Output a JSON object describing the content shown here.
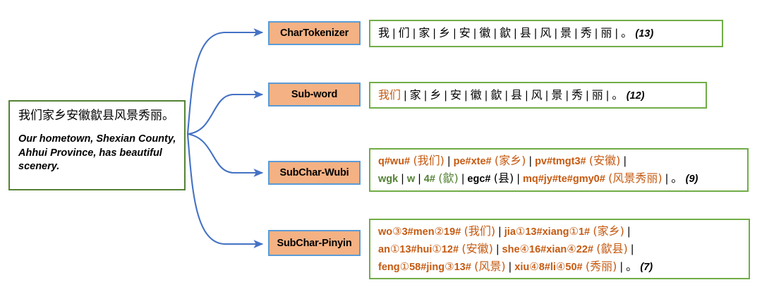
{
  "diagram": {
    "title": "Chinese tokenization methods comparison",
    "colors": {
      "label_fill": "#F4B183",
      "label_border": "#5B9BD5",
      "output_border": "#70AD47",
      "source_border": "#548235",
      "arrow": "#4472C4",
      "highlight_orange": "#C55A11",
      "highlight_green": "#548235"
    }
  },
  "source": {
    "chinese": "我们家乡安徽歙县风景秀丽。",
    "english": "Our hometown, Shexian County, Ahhui Province, has beautiful scenery."
  },
  "rows": [
    {
      "label": "CharTokenizer",
      "count": "(13)",
      "tokens_plain": "我 | 们 | 家 | 乡 | 安 | 徽 | 歙 | 县 | 风 | 景 | 秀 | 丽 | 。",
      "lines": [
        [
          {
            "text": "我",
            "color": "black"
          },
          {
            "text": "|",
            "color": "bar"
          },
          {
            "text": "们",
            "color": "black"
          },
          {
            "text": "|",
            "color": "bar"
          },
          {
            "text": "家",
            "color": "black"
          },
          {
            "text": "|",
            "color": "bar"
          },
          {
            "text": "乡",
            "color": "black"
          },
          {
            "text": "|",
            "color": "bar"
          },
          {
            "text": "安",
            "color": "black"
          },
          {
            "text": "|",
            "color": "bar"
          },
          {
            "text": "徽",
            "color": "black"
          },
          {
            "text": "|",
            "color": "bar"
          },
          {
            "text": "歙",
            "color": "black"
          },
          {
            "text": "|",
            "color": "bar"
          },
          {
            "text": "县",
            "color": "black"
          },
          {
            "text": "|",
            "color": "bar"
          },
          {
            "text": "风",
            "color": "black"
          },
          {
            "text": "|",
            "color": "bar"
          },
          {
            "text": "景",
            "color": "black"
          },
          {
            "text": "|",
            "color": "bar"
          },
          {
            "text": "秀",
            "color": "black"
          },
          {
            "text": "|",
            "color": "bar"
          },
          {
            "text": "丽",
            "color": "black"
          },
          {
            "text": "|",
            "color": "bar"
          },
          {
            "text": "。",
            "color": "black"
          },
          {
            "text": "(13)",
            "color": "count"
          }
        ]
      ]
    },
    {
      "label": "Sub-word",
      "count": "(12)",
      "tokens_plain": "我们 | 家 | 乡 | 安 | 徽 | 歙 | 县 | 风 | 景 | 秀 | 丽 | 。",
      "lines": [
        [
          {
            "text": "我们",
            "color": "orange"
          },
          {
            "text": "|",
            "color": "bar"
          },
          {
            "text": "家",
            "color": "black"
          },
          {
            "text": "|",
            "color": "bar"
          },
          {
            "text": "乡",
            "color": "black"
          },
          {
            "text": "|",
            "color": "bar"
          },
          {
            "text": "安",
            "color": "black"
          },
          {
            "text": "|",
            "color": "bar"
          },
          {
            "text": "徽",
            "color": "black"
          },
          {
            "text": "|",
            "color": "bar"
          },
          {
            "text": "歙",
            "color": "black"
          },
          {
            "text": "|",
            "color": "bar"
          },
          {
            "text": "县",
            "color": "black"
          },
          {
            "text": "|",
            "color": "bar"
          },
          {
            "text": "风",
            "color": "black"
          },
          {
            "text": "|",
            "color": "bar"
          },
          {
            "text": "景",
            "color": "black"
          },
          {
            "text": "|",
            "color": "bar"
          },
          {
            "text": "秀",
            "color": "black"
          },
          {
            "text": "|",
            "color": "bar"
          },
          {
            "text": "丽",
            "color": "black"
          },
          {
            "text": "|",
            "color": "bar"
          },
          {
            "text": "。",
            "color": "black"
          },
          {
            "text": "(12)",
            "color": "count"
          }
        ]
      ]
    },
    {
      "label": "SubChar-Wubi",
      "count": "(9)",
      "tokens_plain": "q#wu# (我们) | pe#xte# (家乡) | pv#tmgt3# (安徽) | wgk | w | 4# (歙) | egc# (县) | mq#jy#te#gmy0# (风景秀丽) | 。",
      "lines": [
        [
          {
            "text": "q#wu#",
            "color": "orange"
          },
          {
            "text": "(我们)",
            "color": "orange"
          },
          {
            "text": "|",
            "color": "bar"
          },
          {
            "text": "pe#xte#",
            "color": "orange"
          },
          {
            "text": "(家乡)",
            "color": "orange"
          },
          {
            "text": "|",
            "color": "bar"
          },
          {
            "text": "pv#tmgt3#",
            "color": "orange"
          },
          {
            "text": "(安徽)",
            "color": "orange"
          },
          {
            "text": "|",
            "color": "bar"
          }
        ],
        [
          {
            "text": "wgk",
            "color": "green"
          },
          {
            "text": "|",
            "color": "bar"
          },
          {
            "text": "w",
            "color": "green"
          },
          {
            "text": "|",
            "color": "bar"
          },
          {
            "text": "4#",
            "color": "green"
          },
          {
            "text": "(歙)",
            "color": "green"
          },
          {
            "text": "|",
            "color": "bar"
          },
          {
            "text": "egc#",
            "color": "black"
          },
          {
            "text": "(县)",
            "color": "black"
          },
          {
            "text": "|",
            "color": "bar"
          },
          {
            "text": "mq#jy#te#gmy0#",
            "color": "orange"
          },
          {
            "text": "(风景秀丽)",
            "color": "orange"
          },
          {
            "text": "|",
            "color": "bar"
          },
          {
            "text": "。",
            "color": "black"
          },
          {
            "text": "(9)",
            "color": "count"
          }
        ]
      ]
    },
    {
      "label": "SubChar-Pinyin",
      "count": "(7)",
      "tokens_plain": "wo③3#men②19# (我们) | jia①13#xiang①1# (家乡) | an①13#hui①12# (安徽) | she④16#xian④22# (歙县) | feng①58#jing③13# (风景) | xiu④8#li④50# (秀丽) | 。",
      "lines": [
        [
          {
            "text": "wo③3#men②19#",
            "color": "orange"
          },
          {
            "text": "(我们)",
            "color": "orange"
          },
          {
            "text": "|",
            "color": "bar"
          },
          {
            "text": "jia①13#xiang①1#",
            "color": "orange"
          },
          {
            "text": "(家乡)",
            "color": "orange"
          },
          {
            "text": "|",
            "color": "bar"
          }
        ],
        [
          {
            "text": "an①13#hui①12#",
            "color": "orange"
          },
          {
            "text": "(安徽)",
            "color": "orange"
          },
          {
            "text": "|",
            "color": "bar"
          },
          {
            "text": "she④16#xian④22#",
            "color": "orange"
          },
          {
            "text": "(歙县)",
            "color": "orange"
          },
          {
            "text": "|",
            "color": "bar"
          }
        ],
        [
          {
            "text": "feng①58#jing③13#",
            "color": "orange"
          },
          {
            "text": "(风景)",
            "color": "orange"
          },
          {
            "text": "|",
            "color": "bar"
          },
          {
            "text": "xiu④8#li④50#",
            "color": "orange"
          },
          {
            "text": "(秀丽)",
            "color": "orange"
          },
          {
            "text": "|",
            "color": "bar"
          },
          {
            "text": "。",
            "color": "black"
          },
          {
            "text": "(7)",
            "color": "count"
          }
        ]
      ]
    }
  ]
}
